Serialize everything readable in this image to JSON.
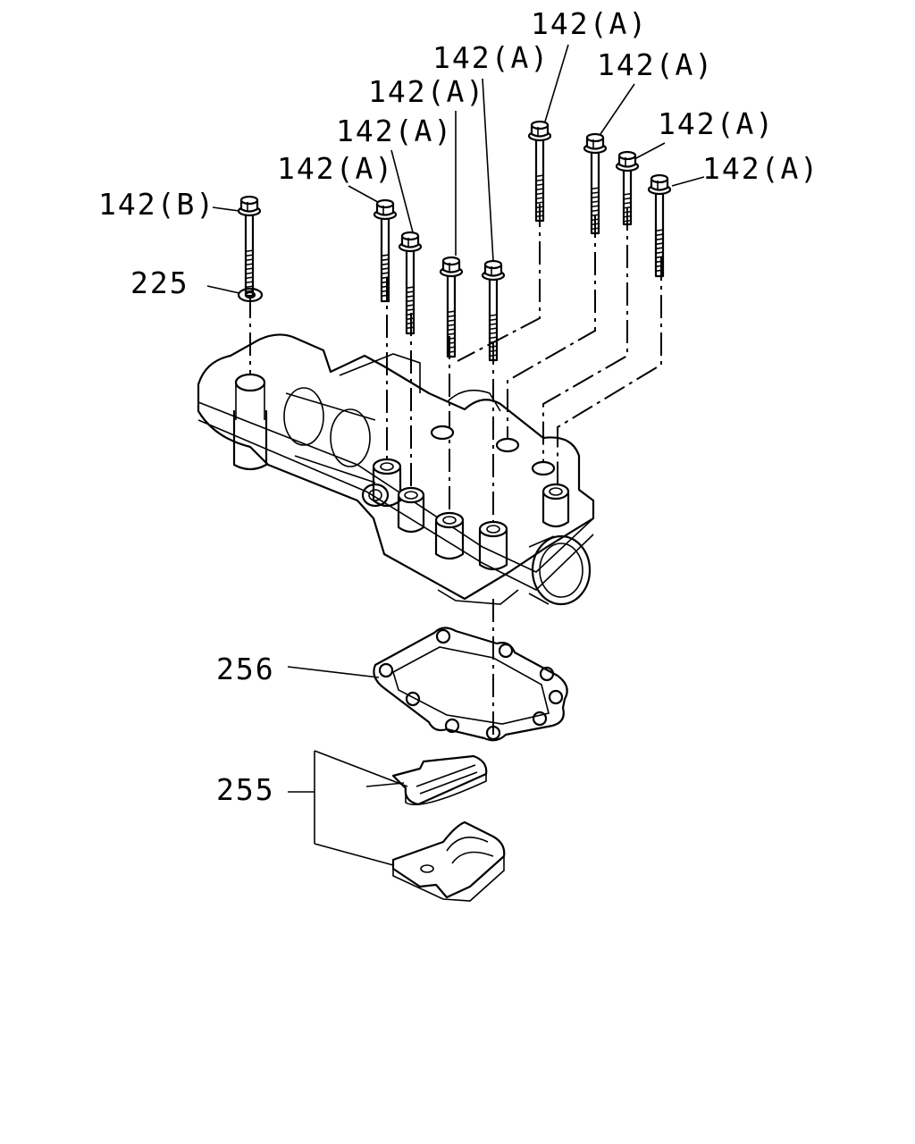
{
  "callouts": {
    "bolt_a_1": "142(A)",
    "bolt_a_2": "142(A)",
    "bolt_a_3": "142(A)",
    "bolt_a_4": "142(A)",
    "bolt_a_5": "142(A)",
    "bolt_a_6": "142(A)",
    "bolt_a_7": "142(A)",
    "bolt_a_8": "142(A)",
    "bolt_b": "142(B)",
    "washer": "225",
    "gasket": "256",
    "plates": "255"
  }
}
